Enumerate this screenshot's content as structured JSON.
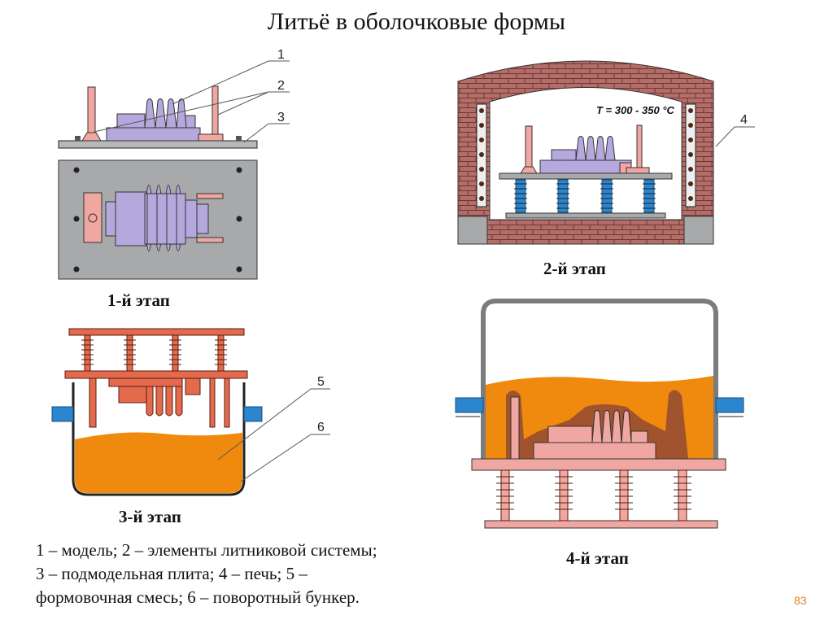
{
  "title": "Литьё в оболочковые формы",
  "stages": {
    "stage1": "1-й этап",
    "stage2": "2-й этап",
    "stage3": "3-й этап",
    "stage4": "4-й этап"
  },
  "callouts": {
    "c1": "1",
    "c2": "2",
    "c3": "3",
    "c4": "4",
    "c5": "5",
    "c6": "6"
  },
  "furnace_temperature": "T = 300 - 350 °C",
  "legend": {
    "line1": "1 – модель; 2 – элементы литниковой системы;",
    "line2": "3 – подмодельная плита; 4 – печь; 5 –",
    "line3": "формовочная смесь; 6 – поворотный бункер."
  },
  "page_number": "83",
  "colors": {
    "model": "#b4a8dc",
    "sprue": "#f0a7a1",
    "plate": "#a7a9ab",
    "brick": "#b06a66",
    "sand": "#ef8a0e",
    "shell": "#a0532c",
    "pipe": "#2b85cf",
    "accent": "#e2811b"
  }
}
